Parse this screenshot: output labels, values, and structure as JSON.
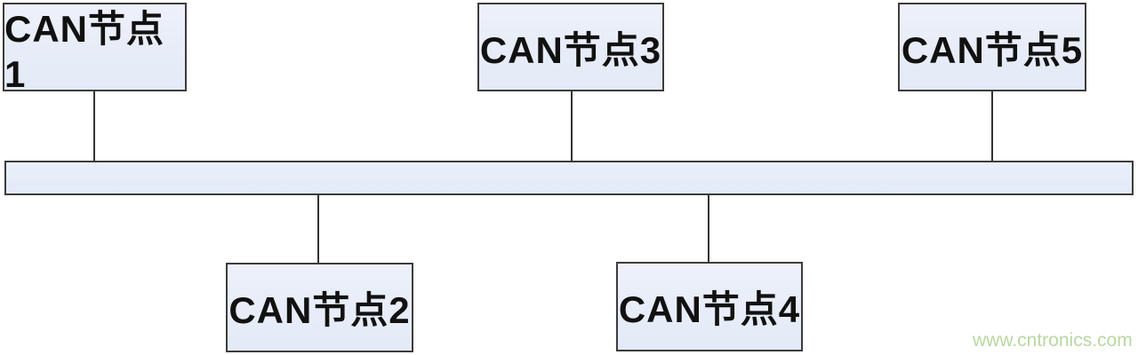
{
  "diagram": {
    "type": "can-bus-topology",
    "nodes": [
      {
        "id": "can-node-1",
        "label": "CAN节点1",
        "row": "top"
      },
      {
        "id": "can-node-2",
        "label": "CAN节点2",
        "row": "bottom"
      },
      {
        "id": "can-node-3",
        "label": "CAN节点3",
        "row": "top"
      },
      {
        "id": "can-node-4",
        "label": "CAN节点4",
        "row": "bottom"
      },
      {
        "id": "can-node-5",
        "label": "CAN节点5",
        "row": "top"
      }
    ],
    "bus": {
      "label": ""
    },
    "connections": [
      {
        "from": "can-node-1",
        "to": "bus"
      },
      {
        "from": "can-node-2",
        "to": "bus"
      },
      {
        "from": "can-node-3",
        "to": "bus"
      },
      {
        "from": "can-node-4",
        "to": "bus"
      },
      {
        "from": "can-node-5",
        "to": "bus"
      }
    ],
    "colors": {
      "node_fill": "#e9edf8",
      "bus_fill": "#e4ebf7",
      "border": "#3c3c3c",
      "text": "#111111",
      "watermark": "#b9d8a2"
    }
  },
  "watermark": {
    "text": "www.cntronics.com"
  }
}
